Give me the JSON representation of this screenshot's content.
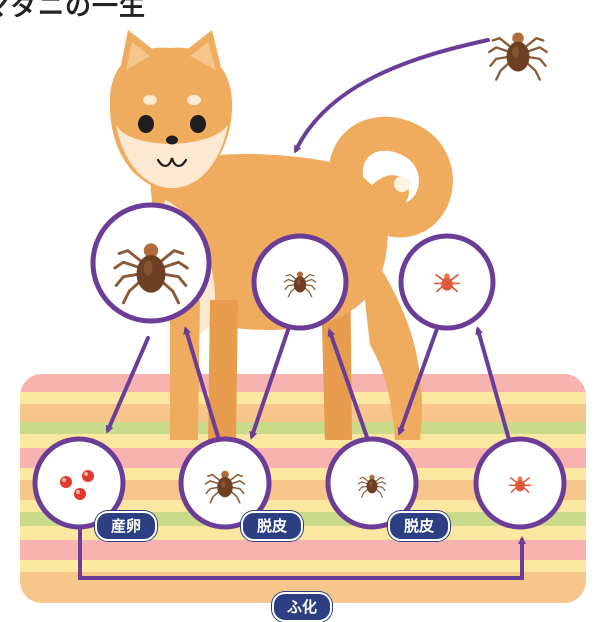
{
  "title": "マダニの一生",
  "labels": {
    "egg_laying": "産卵",
    "molt_1": "脱皮",
    "molt_2": "脱皮",
    "hatch": "ふ化"
  },
  "stages": [
    {
      "name": "adult-tick-on-host",
      "icon": "tick-icon"
    },
    {
      "name": "nymph-tick-on-host",
      "icon": "tick-icon"
    },
    {
      "name": "larva-tick-on-host",
      "icon": "tick-icon"
    },
    {
      "name": "eggs",
      "icon": "egg-icon"
    },
    {
      "name": "adult-tick-ground",
      "icon": "tick-icon"
    },
    {
      "name": "nymph-tick-ground",
      "icon": "tick-icon"
    },
    {
      "name": "larva-tick-ground",
      "icon": "tick-icon"
    }
  ],
  "colors": {
    "arrow": "#6b3d97",
    "circle_border": "#6b3d97",
    "badge": "#2c3f82",
    "dog_fur": "#f0ac5e",
    "tick_adult": "#7a4a2a",
    "tick_larva": "#e2583a",
    "egg": "#e23a2e"
  }
}
